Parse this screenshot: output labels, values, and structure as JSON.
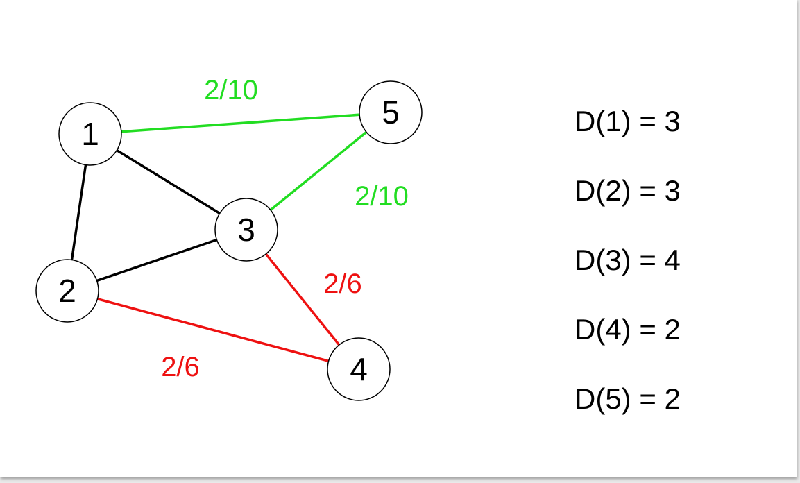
{
  "colors": {
    "default_edge": "#000000",
    "green_edge": "#22dd22",
    "red_edge": "#ee1111",
    "node_fill": "#ffffff",
    "node_stroke": "#000000"
  },
  "graph": {
    "nodes": [
      {
        "id": "1",
        "label": "1"
      },
      {
        "id": "2",
        "label": "2"
      },
      {
        "id": "3",
        "label": "3"
      },
      {
        "id": "4",
        "label": "4"
      },
      {
        "id": "5",
        "label": "5"
      }
    ],
    "edges": [
      {
        "from": "1",
        "to": "5",
        "color": "green",
        "label": "2/10"
      },
      {
        "from": "5",
        "to": "3",
        "color": "green",
        "label": "2/10"
      },
      {
        "from": "3",
        "to": "4",
        "color": "red",
        "label": "2/6"
      },
      {
        "from": "2",
        "to": "4",
        "color": "red",
        "label": "2/6"
      },
      {
        "from": "1",
        "to": "2",
        "color": "default",
        "label": ""
      },
      {
        "from": "1",
        "to": "3",
        "color": "default",
        "label": ""
      },
      {
        "from": "2",
        "to": "3",
        "color": "default",
        "label": ""
      }
    ]
  },
  "degrees": [
    {
      "text": "D(1) = 3"
    },
    {
      "text": "D(2) = 3"
    },
    {
      "text": "D(3) = 4"
    },
    {
      "text": "D(4) = 2"
    },
    {
      "text": "D(5) = 2"
    }
  ]
}
